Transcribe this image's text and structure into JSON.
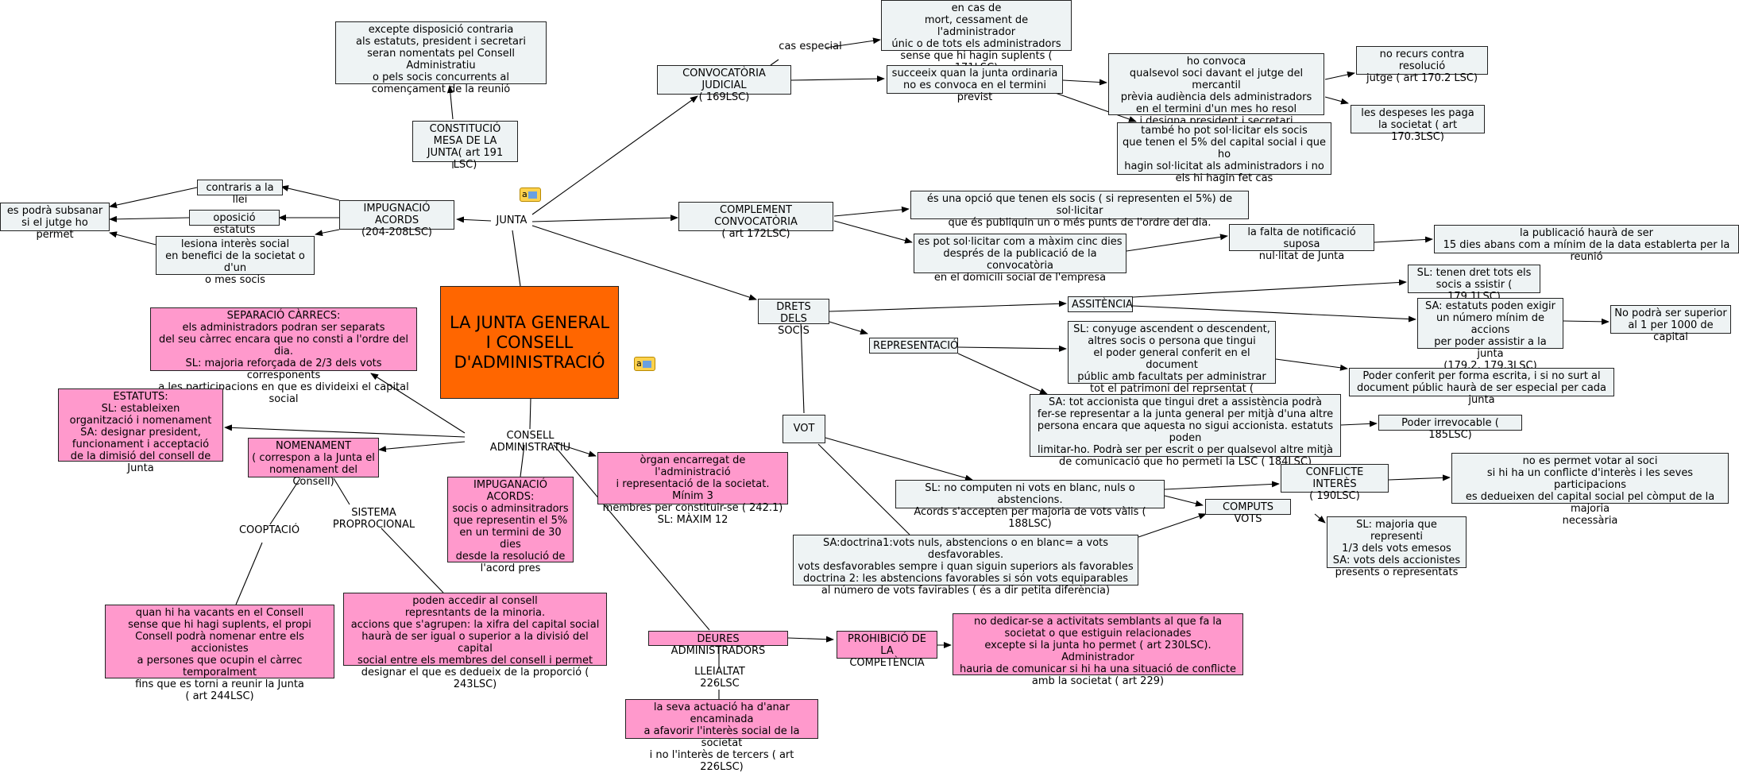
{
  "central": "LA JUNTA GENERAL\nI CONSELL\nD'ADMINISTRACIÓ",
  "nodes": {
    "junta": "JUNTA",
    "consell": "CONSELL ADMINISTRATIU",
    "constitucio": "CONSTITUCIÓ\nMESA DE LA\nJUNTA( art 191 LSC)",
    "excepte": "excepte disposició contraria\nals estatuts, president i secretari\nseran nomentats pel Consell Administratiu\no pels socis concurrents al\ncomençament de la reunió",
    "impugnacio_acords": "IMPUGNACIÓ ACORDS\n(204-208LSC)",
    "contraris": "contraris a la llei",
    "oposicio": "oposició estatuts",
    "lesiona": "lesiona interès social\nen benefici de la societat o d'un\no mes socis",
    "subsanar": "es podrà subsanar\nsi el jutge ho permet",
    "convocatoria_judicial": "CONVOCATÒRIA JUDICIAL\n( 169LSC)",
    "cas_especial": "cas especial",
    "en_cas_de": "en cas de\nmort, cessament de l'administrador\núnic o de tots els administradors\nsense que hi hagin suplents ( 171LSC)",
    "succeeix": "succeeix quan la junta ordinaria\nno es convoca en el termini previst",
    "ho_convoca": "ho convoca\nqualsevol soci davant el jutge del mercantil\nprèvia audiència dels administradors\nen el termini d'un mes ho resol\ni designa president i secretari",
    "no_recurs": "no recurs contra resolució\njutge ( art 170.2 LSC)",
    "despeses": "les despeses les paga\nla societat ( art 170.3LSC)",
    "tambe": "també ho pot sol·licitar els socis\nque tenen el 5% del capital social i que ho\nhagin sol·licitat als administradors i no\nels hi hagin fet cas",
    "complement": "COMPLEMENT CONVOCATÒRIA\n( art 172LSC)",
    "opcio": "és una opció que tenen els socis ( si representen el 5%) de sol·licitar\nque és publiquin un o més punts de l'ordre del dia.",
    "cinc_dies": "es pot sol·licitar com a màxim cinc dies\ndesprés de la publicació de la convocatòria\nen el domicili social de l'empresa",
    "falta_notificacio": "la falta de notificació suposa\nnul·litat de Junta",
    "publicacio": "la publicació haurà de ser\n15 dies abans com a mínim de la data establerta per la reunió",
    "drets_socis": "DRETS DELS\nSOCIS",
    "assistencia": "ASSITÈNCIA",
    "sl_assistir": "SL: tenen dret tots els\nsocis a ssistir ( 179.1LSC)",
    "sa_estatuts": "SA: estatuts poden exigir\nun número mínim de accions\nper poder assistir a la junta\n(179.2, 179.3LSC)",
    "no_superior": "No podrà ser superior\nal 1 per 1000 de capital",
    "representacio": "REPRESENTACIÓ",
    "sl_conyuge": "SL: conyuge ascendent o descendent,\naltres socis o persona que tingui\nel poder general conferit en el document\npúblic amb facultats per administrar\ntot el patrimoni del reprsentat ( 183LSC)",
    "poder_escrita": "Poder conferit per forma escrita, i si no surt al\ndocument públic haurà de ser especial per cada junta",
    "sa_accionista": "SA: tot accionista que tingui dret a assistència podrà\nfer-se representar a la junta general per mitjà d'una altre\npersona encara que aquesta no sigui accionista. estatuts poden\nlimitar-ho. Podrà ser per escrit o per qualsevol altre mitjà\nde comunicació que ho permeti la LSC ( 184LSC)",
    "irrevocable": "Poder irrevocable ( 185LSC)",
    "vot": "VOT",
    "sl_no_computen": "SL: no computen ni vots en blanc, nuls o abstencions.\nAcords s'accepten per majoria de vots vàlis ( 188LSC)",
    "conflicte": "CONFLICTE INTERÈS\n( 190LSC)",
    "no_votar": "no es permet votar al soci\nsi hi ha un conflicte d'interès i les seves participacions\nes dedueixen del capital social pel còmput de la majoria\nnecessària",
    "computs": "COMPUTS VOTS",
    "sl_majoria": "SL: majoria que representi\n1/3 dels vots emesos\nSA: vots dels accionistes\npresents o representats",
    "sa_doctrina": "SA:doctrina1:vots nuls, abstencions o en blanc= a vots desfavorables.\nvots desfavorables sempre i quan siguin superiors als favorables\ndoctrina 2: les abstencions favorables si són vots equiparables\nal número de vots favirables ( és a dir petita diferència)",
    "separacio": "SEPARACIÓ CÀRRECS:\nels administradors podran ser separats\ndel seu càrrec encara que no consti a l'ordre del dia.\nSL: majoria reforçada de 2/3 dels vots corresponents\na les participacions en que es divideixi el capital social",
    "estatuts": "ESTATUTS:\nSL: estableixen\norganització i nomenament\nSA: designar president,\nfuncionament i acceptació\nde la dimisió del consell de Junta",
    "nomenament": "NOMENAMENT\n( correspon a la Junta el\nnomenament del Consell)",
    "cooptacio": "COOPTACIÓ",
    "sistema": "SISTEMA\nPROPROCIONAL",
    "vacants": "quan hi ha vacants en el Consell\nsense que hi hagi suplents, el propi\nConsell podrà nomenar entre els accionistes\na persones que ocupin el càrrec temporalment\nfins que es torni a reunir la Junta\n( art 244LSC)",
    "poden_accedir": "poden accedir al consell\nrepresntants de la minoria.\naccions que s'agrupen: la xifra del capital social\nhaurà de ser igual o superior a la divisió del capital\nsocial entre els membres del consell i permet\ndesignar el que es dedueix de la proporció ( 243LSC)",
    "impugnacio_consell": "IMPUGANACIÓ ACORDS:\nsocis o adminsitradors\nque representin el 5%\nen un termini de 30 dies\ndesde la resolució de\nl'acord pres",
    "organ": "òrgan encarregat de l'administració\ni representació de la societat. Mínim 3\nmembres per constituir-se ( 242.1)\nSL: MÀXIM 12",
    "deures": "DEURES ADMINISTRADORS",
    "prohibicio": "PROHIBICIÓ DE LA\nCOMPETÈNCIA",
    "no_dedicar": "no dedicar-se a activitats semblants al que fa la\nsocietat o que estiguin relacionades\nexcepte si la junta ho permet ( art 230LSC). Administrador\nhauria de comunicar si hi ha una situació de conflicte\namb la societat ( art 229)",
    "lleialtat": "LLEIALTAT\n226LSC",
    "actuacio": "la seva actuació ha d'anar encaminada\na afavorir l'interès social de la societat\ni no l'interès de tercers ( art 226LSC)"
  },
  "colors": {
    "central": "#ff6600",
    "pink": "#ff99cc",
    "gray": "#eef3f4",
    "line": "#000000"
  },
  "icons": [
    "attachment-icon",
    "attachment-icon"
  ]
}
